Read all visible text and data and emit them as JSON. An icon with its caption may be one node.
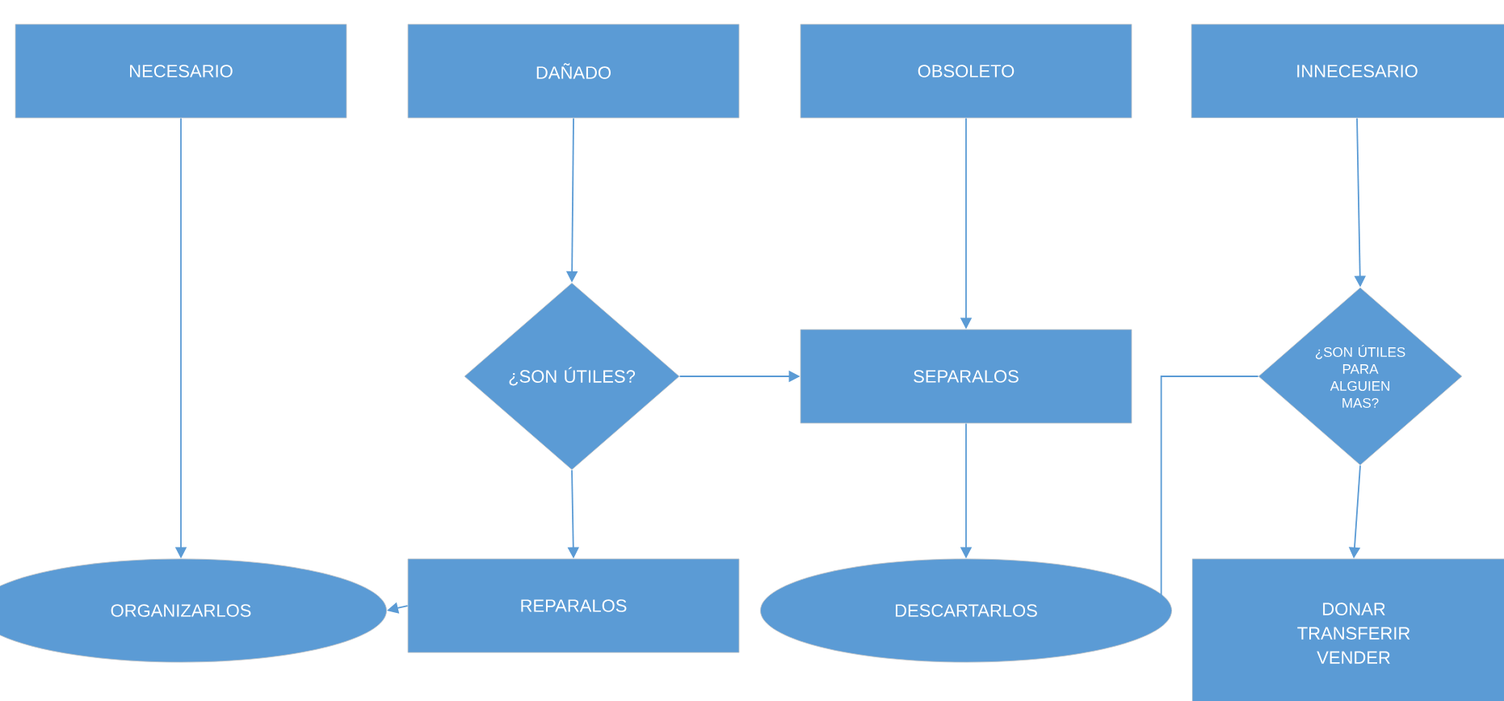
{
  "diagram": {
    "nodes": [
      {
        "text": [
          "NECESARIO"
        ]
      },
      {
        "text": [
          "DAÑADO"
        ]
      },
      {
        "text": [
          "OBSOLETO"
        ]
      },
      {
        "text": [
          "INNECESARIO"
        ]
      },
      {
        "text": [
          "¿SON ÚTILES?"
        ]
      },
      {
        "text": [
          "SEPARALOS"
        ]
      },
      {
        "text": [
          "¿SON ÚTILES PARA ALGUIEN MAS?"
        ]
      },
      {
        "text": [
          "ORGANIZARLOS"
        ]
      },
      {
        "text": [
          "REPARALOS"
        ]
      },
      {
        "text": [
          "DESCARTARLOS"
        ]
      },
      {
        "text": [
          "DONAR TRANSFERIR VENDER"
        ]
      }
    ],
    "edges": [
      {
        "from": 0,
        "to": 7,
        "arrow": "to"
      },
      {
        "from": 1,
        "to": 4,
        "arrow": "to"
      },
      {
        "from": 2,
        "to": 5,
        "arrow": "to"
      },
      {
        "from": 3,
        "to": 6,
        "arrow": "to"
      },
      {
        "from": 4,
        "to": 5,
        "arrow": "to"
      },
      {
        "from": 4,
        "to": 8,
        "arrow": "to"
      },
      {
        "from": 8,
        "to": 7,
        "arrow": "to"
      },
      {
        "from": 5,
        "to": 9,
        "arrow": "to"
      },
      {
        "from": 6,
        "to": 9,
        "arrow": "to"
      },
      {
        "from": 6,
        "to": 10,
        "arrow": "to"
      }
    ]
  }
}
